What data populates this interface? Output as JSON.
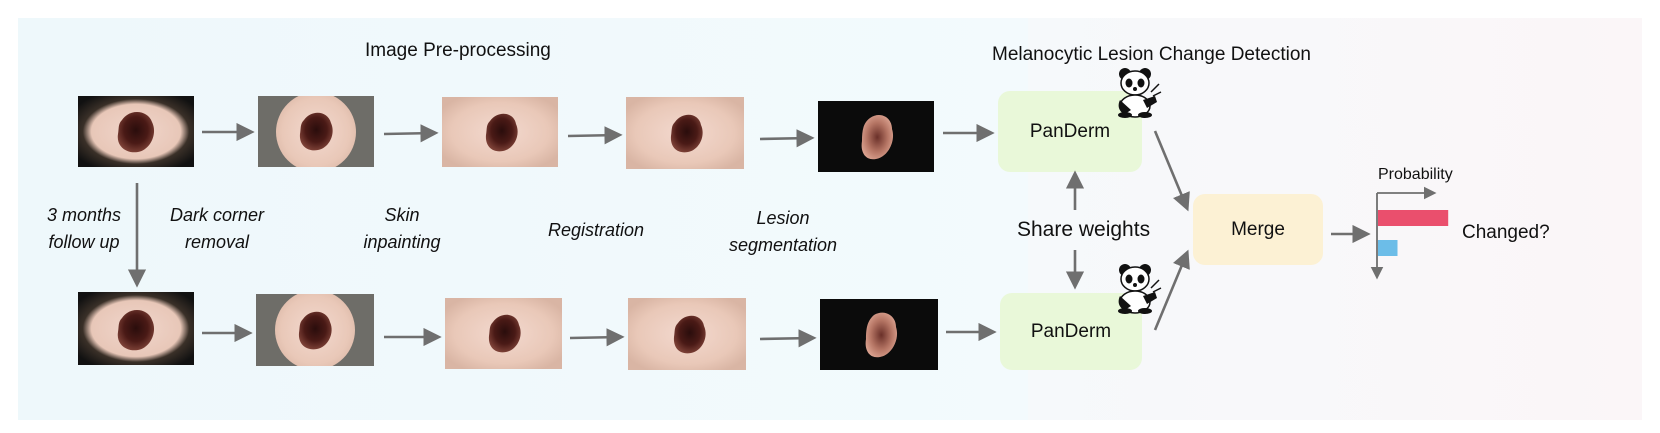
{
  "titles": {
    "preprocessing": "Image Pre-processing",
    "detection": "Melanocytic Lesion Change Detection"
  },
  "steps": {
    "follow_up": [
      "3 months",
      "follow up"
    ],
    "dark_corner": [
      "Dark corner",
      "removal"
    ],
    "inpainting": [
      "Skin",
      "inpainting"
    ],
    "registration": "Registration",
    "segmentation": [
      "Lesion",
      "segmentation"
    ]
  },
  "model": {
    "top": "PanDerm",
    "bottom": "PanDerm",
    "share": "Share weights",
    "merge": "Merge"
  },
  "output": {
    "axis_label": "Probability",
    "question": "Changed?",
    "bars": [
      {
        "value": 0.9,
        "color": "#ea4f6d"
      },
      {
        "value": 0.25,
        "color": "#6cbde8"
      }
    ]
  },
  "colors": {
    "arrow": "#6f6f6f",
    "panderm_box": "#e9f8d9",
    "merge_box": "#fcf1d4"
  }
}
